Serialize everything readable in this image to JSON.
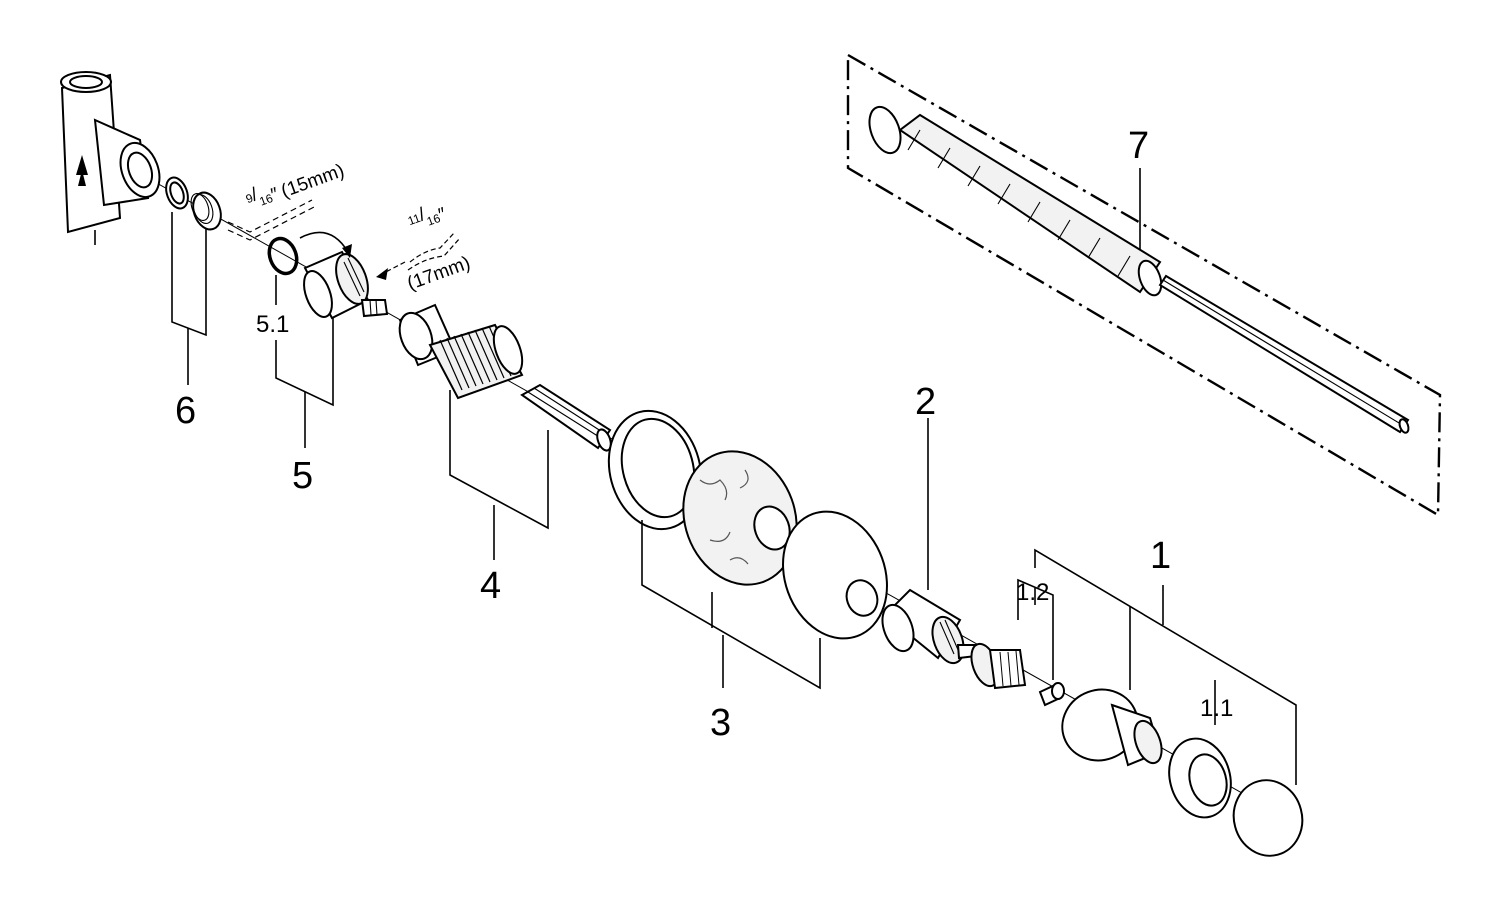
{
  "labels": {
    "part1": "1",
    "part1_1": "1.1",
    "part1_2": "1.2",
    "part2": "2",
    "part3": "3",
    "part4": "4",
    "part5": "5",
    "part5_1": "5.1",
    "part6": "6",
    "part7": "7"
  },
  "dimensions": {
    "wrench1": {
      "num": "9",
      "den": "16",
      "inch": "″",
      "metric": "(15mm)"
    },
    "wrench2": {
      "num": "11",
      "den": "16",
      "inch": "″",
      "metric": "(17mm)"
    }
  },
  "icons": {
    "flow_arrow": "double-arrow-up-icon",
    "wrench": "hex-wrench-icon",
    "rotation": "curved-arrow-icon"
  }
}
